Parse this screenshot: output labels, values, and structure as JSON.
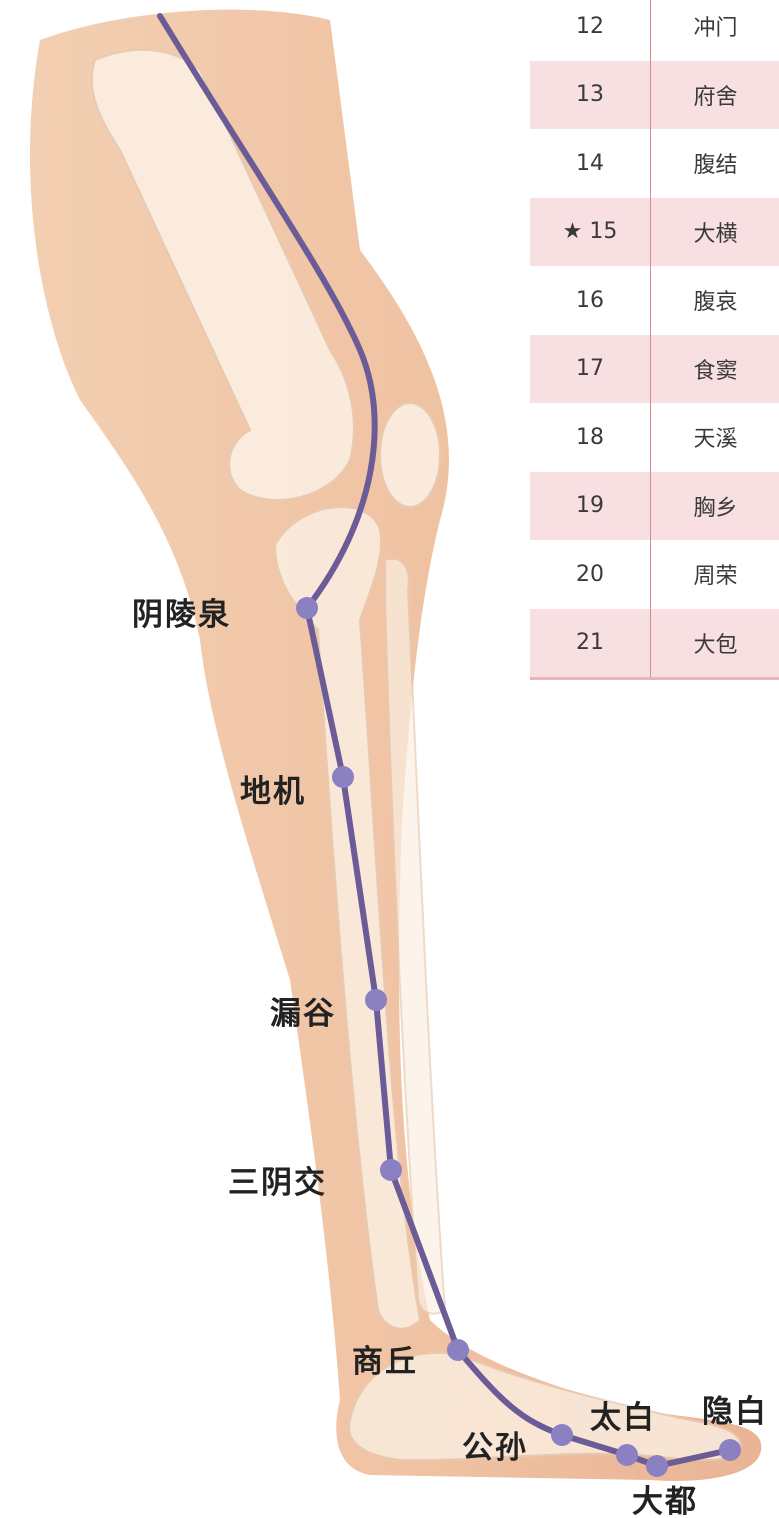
{
  "table": {
    "rows": [
      {
        "number": "12",
        "name": "冲门",
        "starred": false
      },
      {
        "number": "13",
        "name": "府舍",
        "starred": false
      },
      {
        "number": "14",
        "name": "腹结",
        "starred": false
      },
      {
        "number": "15",
        "name": "大横",
        "starred": true
      },
      {
        "number": "16",
        "name": "腹哀",
        "starred": false
      },
      {
        "number": "17",
        "name": "食窦",
        "starred": false
      },
      {
        "number": "18",
        "name": "天溪",
        "starred": false
      },
      {
        "number": "19",
        "name": "胸乡",
        "starred": false
      },
      {
        "number": "20",
        "name": "周荣",
        "starred": false
      },
      {
        "number": "21",
        "name": "大包",
        "starred": false
      }
    ],
    "star_marker": "★",
    "shaded_color": "#f8dfe2",
    "divider_color": "#d48a92"
  },
  "points": {
    "yinlingquan": "阴陵泉",
    "diji": "地机",
    "lougu": "漏谷",
    "sanyinjiao": "三阴交",
    "shangqiu": "商丘",
    "gongsun": "公孙",
    "taibai": "太白",
    "dadu": "大都",
    "yinbai": "隐白"
  },
  "colors": {
    "meridian": "#6b5c97",
    "point": "#8b80c2",
    "skin": "#f1c7a8",
    "bone": "#fbf0e3"
  }
}
